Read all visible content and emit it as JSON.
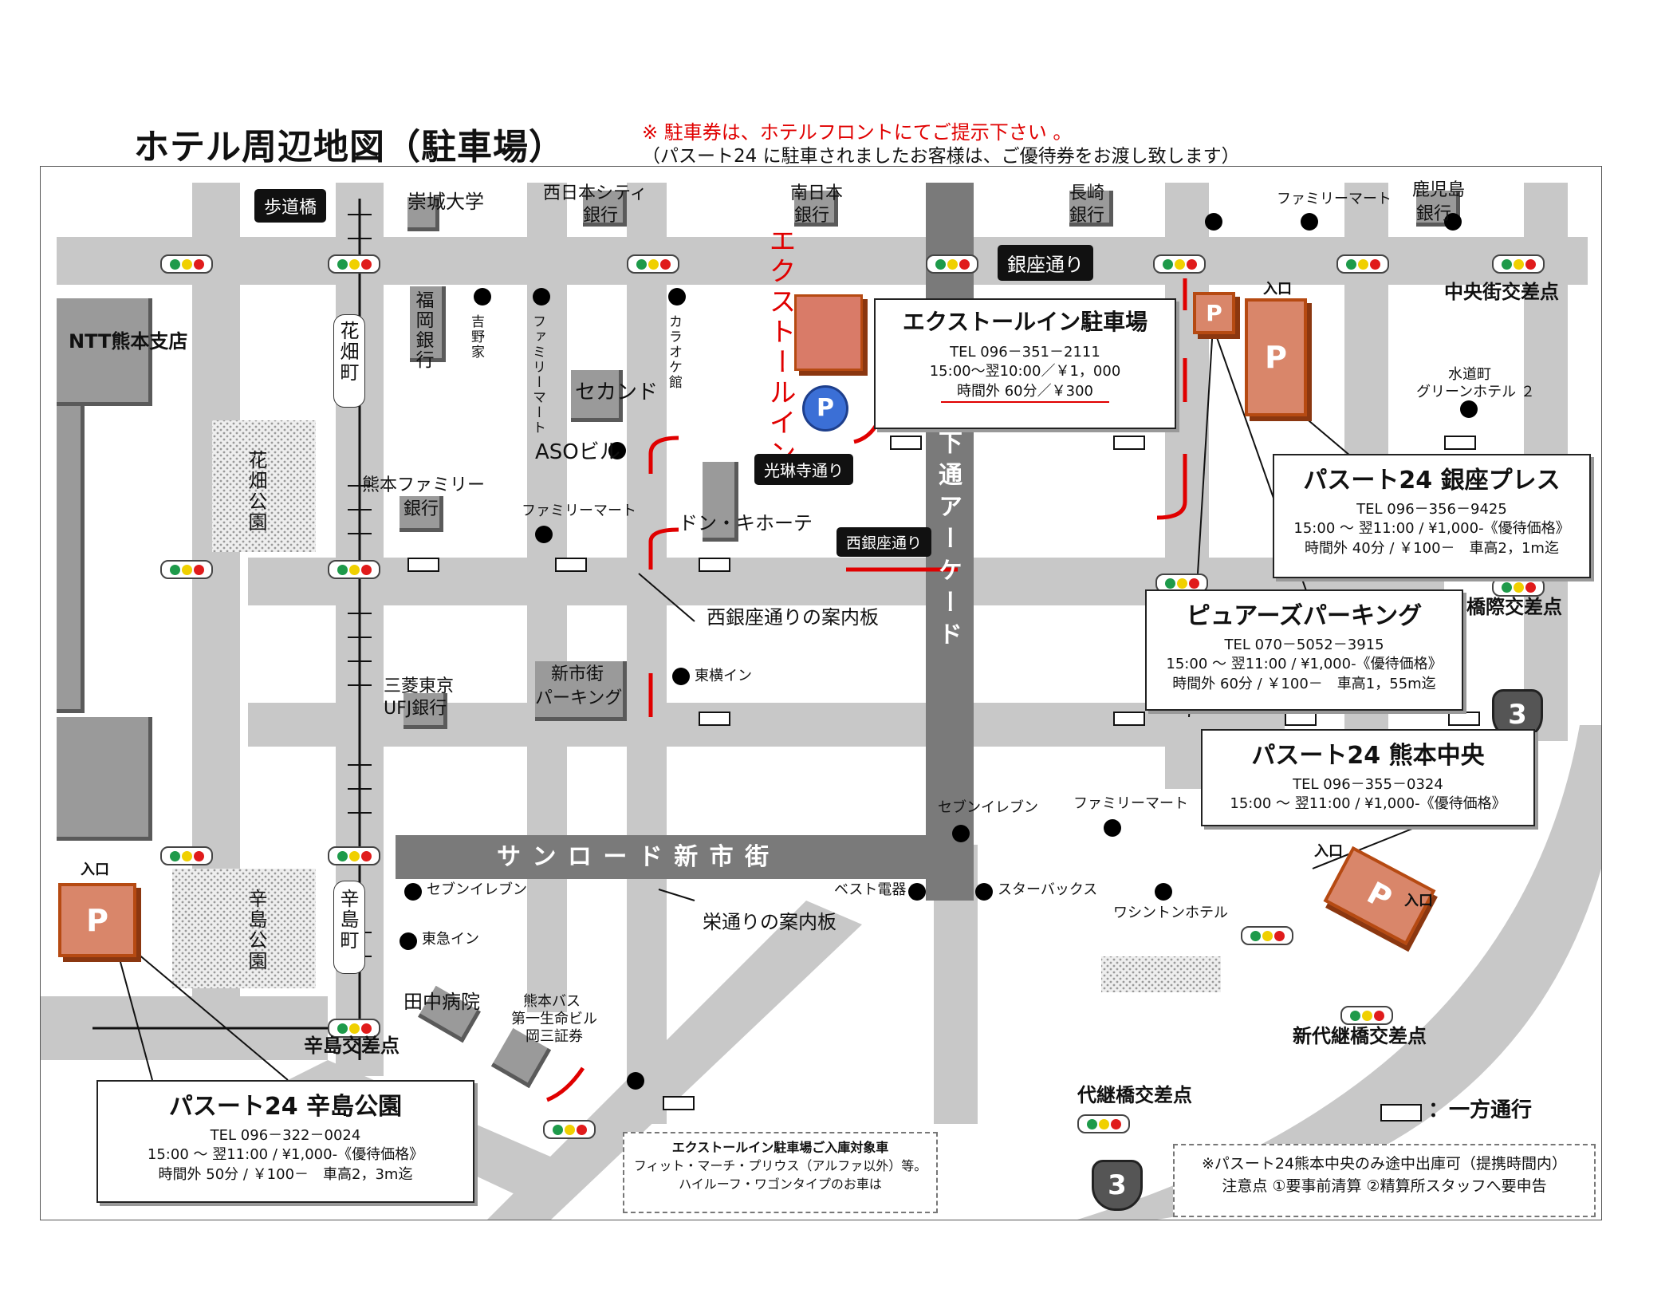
{
  "page": {
    "title": "ホテル周辺地図（駐車場）",
    "note_line1": "※ 駐車券は、ホテルフロントにてご提示下さい 。",
    "note_line2": "（パスート24 に駐車されましたお客様は、ご優待券をお渡し致します）"
  },
  "hotel": {
    "vertical_name": "エクストールイン",
    "parking_title": "エクストールイン駐車場",
    "tel": "TEL 096－351－2111",
    "hours": "15:00～翌10:00／￥1，000",
    "overtime": "時間外 60分／￥300"
  },
  "parking_lots": [
    {
      "id": "ginza-press",
      "title": "パスート24 銀座プレス",
      "tel": "TEL 096－356－9425",
      "hours": "15:00 ～ 翌11:00 / ¥1,000-《優待価格》",
      "overtime": "時間外 40分 / ￥100－　車高2，1m迄"
    },
    {
      "id": "pure",
      "title": "ピュアーズパーキング",
      "tel": "TEL 070－5052－3915",
      "hours": "15:00 ～ 翌11:00 / ¥1,000-《優待価格》",
      "overtime": "時間外 60分 / ￥100－　車高1，55m迄"
    },
    {
      "id": "kumamoto-chuo",
      "title": "パスート24 熊本中央",
      "tel": "TEL 096－355－0324",
      "hours": "15:00 ～ 翌11:00 / ¥1,000-《優待価格》",
      "overtime": ""
    },
    {
      "id": "karashima",
      "title": "パスート24 辛島公園",
      "tel": "TEL 096－322－0024",
      "hours": "15:00 ～ 翌11:00 / ¥1,000-《優待価格》",
      "overtime": "時間外 50分 / ￥100－　車高2，3m迄"
    }
  ],
  "labels": {
    "hodokyo": "歩道橋",
    "sojo": "崇城大学",
    "nishinippon_city": "西日本シティ",
    "ginko": "銀行",
    "minaminippon": "南日本",
    "nagasaki": "長崎",
    "familymart": "ファミリーマート",
    "kagoshima": "鹿児島",
    "ginza_dori": "銀座通り",
    "chuogai": "中央街交差点",
    "iriguchi": "入口",
    "ntt": "NTT熊本支店",
    "hanabatacho": "花畑町",
    "fukuoka": "福岡銀行",
    "yoshinoya": "吉野家",
    "familymart_v": "ファミリーマート",
    "karaoke": "カラオケ館",
    "second": "セカンド",
    "aso": "ASOビル",
    "koryinji": "光琳寺通り",
    "shimotori": "下通アーケード",
    "suidocho": "水道町",
    "green_hotel": "グリーンホテル ２",
    "hanabata_koen": "花畑公園",
    "kumamoto_family": "熊本ファミリー",
    "familymart_mid": "ファミリーマート",
    "donki": "ドン・キホーテ",
    "nishiginza_dori": "西銀座通り",
    "ginzabashi": "銀座橋際交差点",
    "nishiginza_board": "西銀座通りの案内板",
    "mitsubishi1": "三菱東京",
    "mitsubishi2": "UFJ銀行",
    "shinshigai_parking1": "新市街",
    "shinshigai_parking2": "パーキング",
    "toyoko": "東横イン",
    "seven": "セブンイレブン",
    "sunroad": "サ ン ロ ー ド 新 市 街",
    "karashima_koen": "辛島公園",
    "karashimacho": "辛島町",
    "seven2": "セブンイレブン",
    "best": "ベスト電器",
    "starbucks": "スターバックス",
    "washington": "ワシントンホテル",
    "sakae_board": "栄通りの案内板",
    "tokyu": "東急イン",
    "tanaka": "田中病院",
    "kumamoto_bus1": "熊本バス",
    "kumamoto_bus2": "第一生命ビル",
    "kumamoto_bus3": "岡三証券",
    "karashima_kousaten": "辛島交差点",
    "shindaitsugi": "新代継橋交差点",
    "daitsugi": "代継橋交差点",
    "oneway_legend": "：一方通行",
    "route3": "3",
    "p": "P"
  },
  "notice_box": {
    "line1": "エクストールイン駐車場ご入庫対象車",
    "line2": "フィット・マーチ・プリウス（アルファ以外）等。",
    "line3": "ハイルーフ・ワゴンタイプのお車は"
  },
  "notice_right": {
    "line1": "※パスート24熊本中央のみ途中出庫可（提携時間内）",
    "line2": "注意点 ①要事前清算 ②精算所スタッフへ要申告"
  },
  "colors": {
    "road": "#c8c8c8",
    "arcade": "#7a7a7a",
    "parking": "#d9866a",
    "parking_border": "#b64a12",
    "accent_red": "#e00000"
  }
}
